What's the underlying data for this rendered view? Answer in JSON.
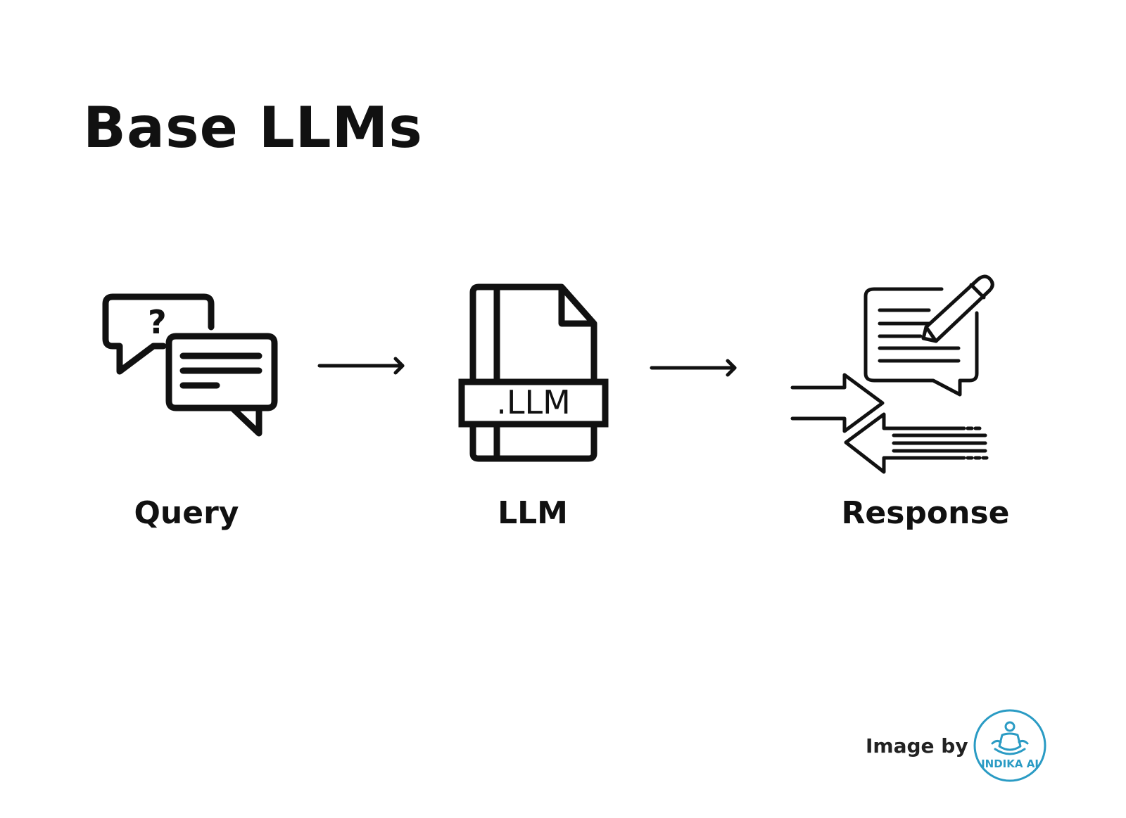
{
  "title": "Base LLMs",
  "steps": [
    {
      "label": "Query",
      "icon": "chat-bubbles-question-icon"
    },
    {
      "label": "LLM",
      "icon": "llm-file-icon",
      "badge": ".LLM"
    },
    {
      "label": "Response",
      "icon": "response-message-icon"
    }
  ],
  "connectors": [
    "arrow-right-icon",
    "arrow-right-icon"
  ],
  "credit": {
    "text": "Image by",
    "logo_text": "INDIKA AI"
  },
  "colors": {
    "ink": "#111111",
    "background": "#ffffff",
    "logo_accent": "#2a9bc4"
  }
}
